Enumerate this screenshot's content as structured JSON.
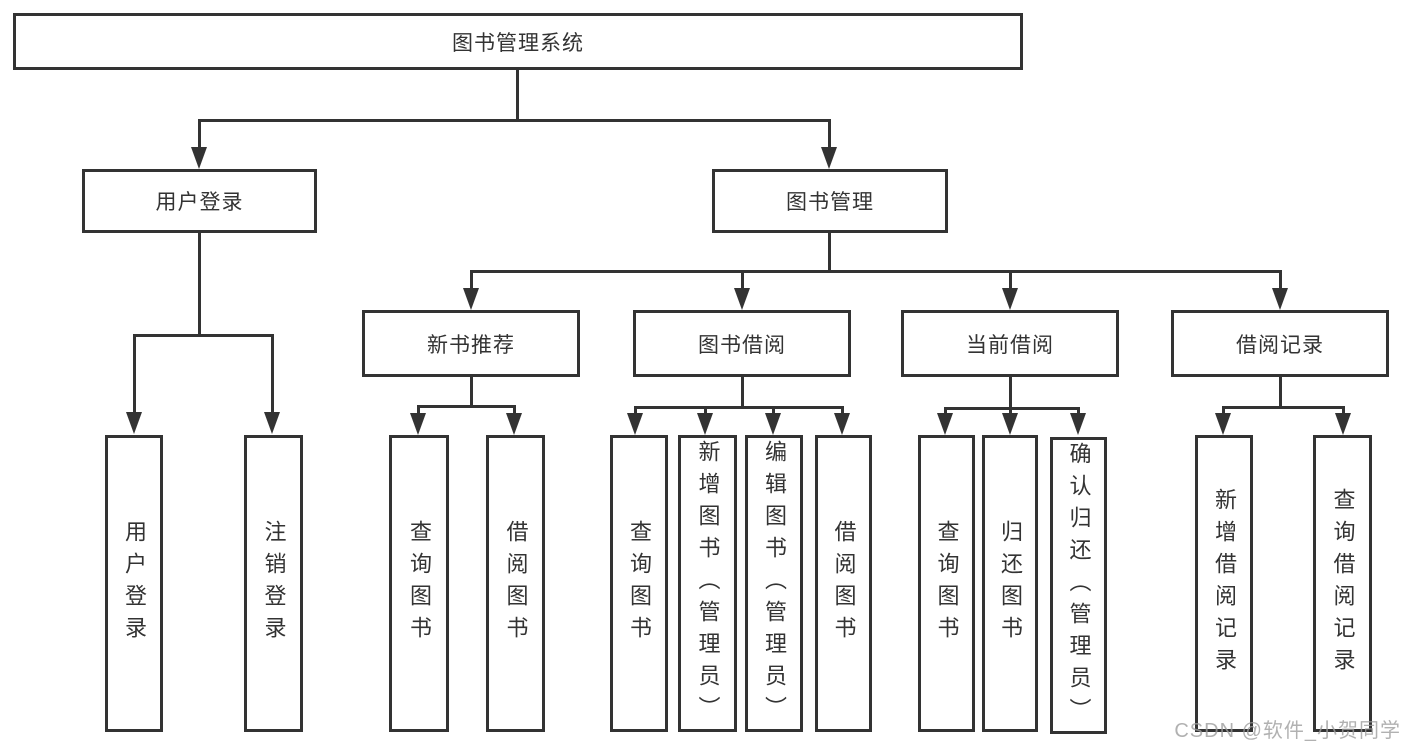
{
  "diagram": {
    "type": "tree",
    "root": {
      "label": "图书管理系统",
      "children": [
        {
          "label": "用户登录",
          "children": [
            {
              "label": "用户登录"
            },
            {
              "label": "注销登录"
            }
          ]
        },
        {
          "label": "图书管理",
          "children": [
            {
              "label": "新书推荐",
              "children": [
                {
                  "label": "查询图书"
                },
                {
                  "label": "借阅图书"
                }
              ]
            },
            {
              "label": "图书借阅",
              "children": [
                {
                  "label": "查询图书"
                },
                {
                  "label": "新增图书（管理员）"
                },
                {
                  "label": "编辑图书（管理员）"
                },
                {
                  "label": "借阅图书"
                }
              ]
            },
            {
              "label": "当前借阅",
              "children": [
                {
                  "label": "查询图书"
                },
                {
                  "label": "归还图书"
                },
                {
                  "label": "确认归还（管理员）"
                }
              ]
            },
            {
              "label": "借阅记录",
              "children": [
                {
                  "label": "新增借阅记录"
                },
                {
                  "label": "查询借阅记录"
                }
              ]
            }
          ]
        }
      ]
    }
  },
  "watermark": {
    "text": "CSDN @软件_小贺同学",
    "color": "#9e9e9e"
  },
  "colors": {
    "line": "#333333",
    "text": "#333333",
    "background": "#ffffff"
  }
}
